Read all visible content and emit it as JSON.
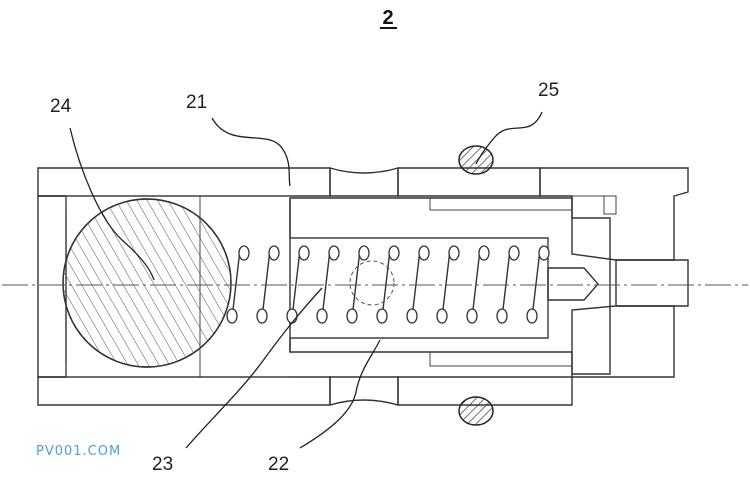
{
  "figure_number": "2",
  "labels": {
    "l21": "21",
    "l22": "22",
    "l23": "23",
    "l24": "24",
    "l25": "25"
  },
  "watermark": "PV001.COM",
  "colors": {
    "line": "#333333",
    "watermark": "#4aa3d8",
    "background": "#ffffff"
  }
}
